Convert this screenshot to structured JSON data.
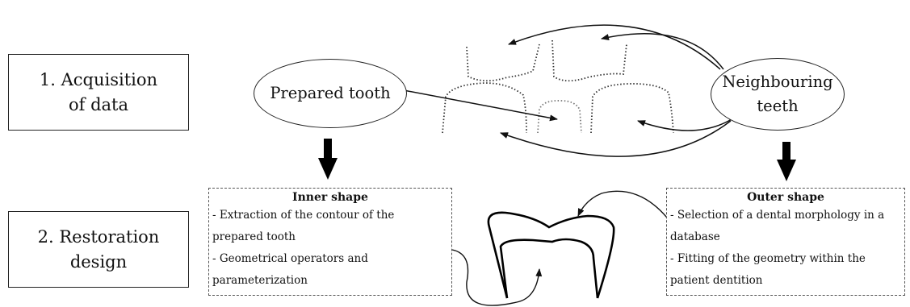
{
  "stages": {
    "acquisition": {
      "line1": "1. Acquisition",
      "line2": "of data"
    },
    "restoration": {
      "line1": "2. Restoration",
      "line2": "design"
    }
  },
  "nodes": {
    "prepared_tooth": {
      "label": "Prepared tooth"
    },
    "neighbouring_teeth": {
      "line1": "Neighbouring",
      "line2": "teeth"
    }
  },
  "inner_shape": {
    "title": "Inner shape",
    "lines": [
      "- Extraction of the contour of the",
      "prepared tooth",
      "- Geometrical operators and",
      "parameterization"
    ]
  },
  "outer_shape": {
    "title": "Outer shape",
    "lines": [
      "- Selection of a dental morphology in a",
      "database",
      "- Fitting of the geometry within the",
      "patient dentition"
    ]
  }
}
